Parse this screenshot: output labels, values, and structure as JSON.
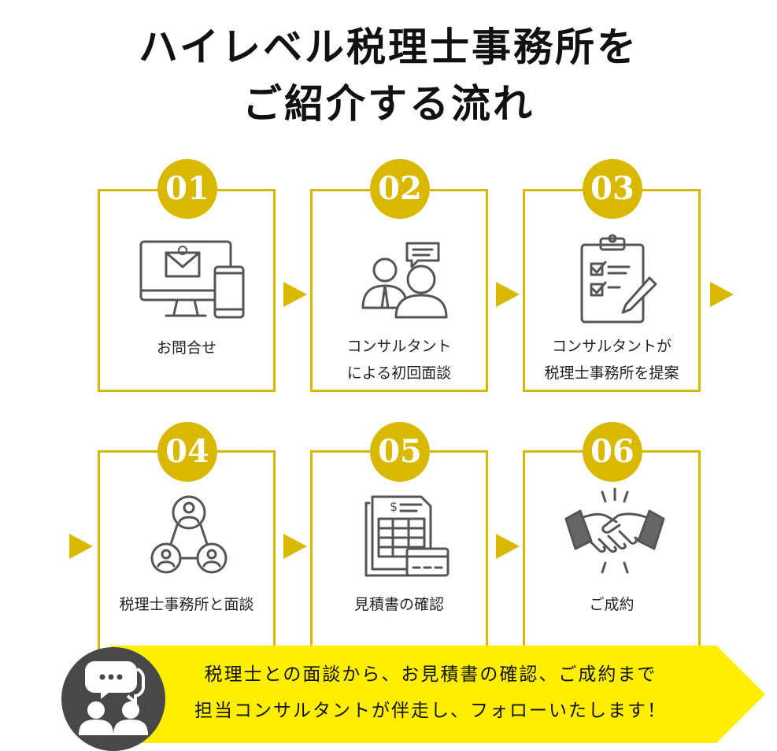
{
  "title": {
    "line1": "ハイレベル税理士事務所を",
    "line2": "ご紹介する流れ"
  },
  "steps": [
    {
      "number": "01",
      "label1": "お問合せ",
      "label2": "",
      "icon": "computer-mail-phone-icon"
    },
    {
      "number": "02",
      "label1": "コンサルタント",
      "label2": "による初回面談",
      "icon": "consultation-icon"
    },
    {
      "number": "03",
      "label1": "コンサルタントが",
      "label2": "税理士事務所を提案",
      "icon": "clipboard-checklist-icon"
    },
    {
      "number": "04",
      "label1": "税理士事務所と面談",
      "label2": "",
      "icon": "people-network-icon"
    },
    {
      "number": "05",
      "label1": "見積書の確認",
      "label2": "",
      "icon": "invoice-card-icon"
    },
    {
      "number": "06",
      "label1": "ご成約",
      "label2": "",
      "icon": "handshake-icon"
    }
  ],
  "banner": {
    "line1": "税理士との面談から、お見積書の確認、ご成約まで",
    "line2": "担当コンサルタントが伴走し、フォローいたします！",
    "icon": "chat-people-icon"
  },
  "colors": {
    "accent": "#d9b900",
    "banner": "#ffee00",
    "icon_gray": "#555555",
    "circle": "#484848"
  }
}
